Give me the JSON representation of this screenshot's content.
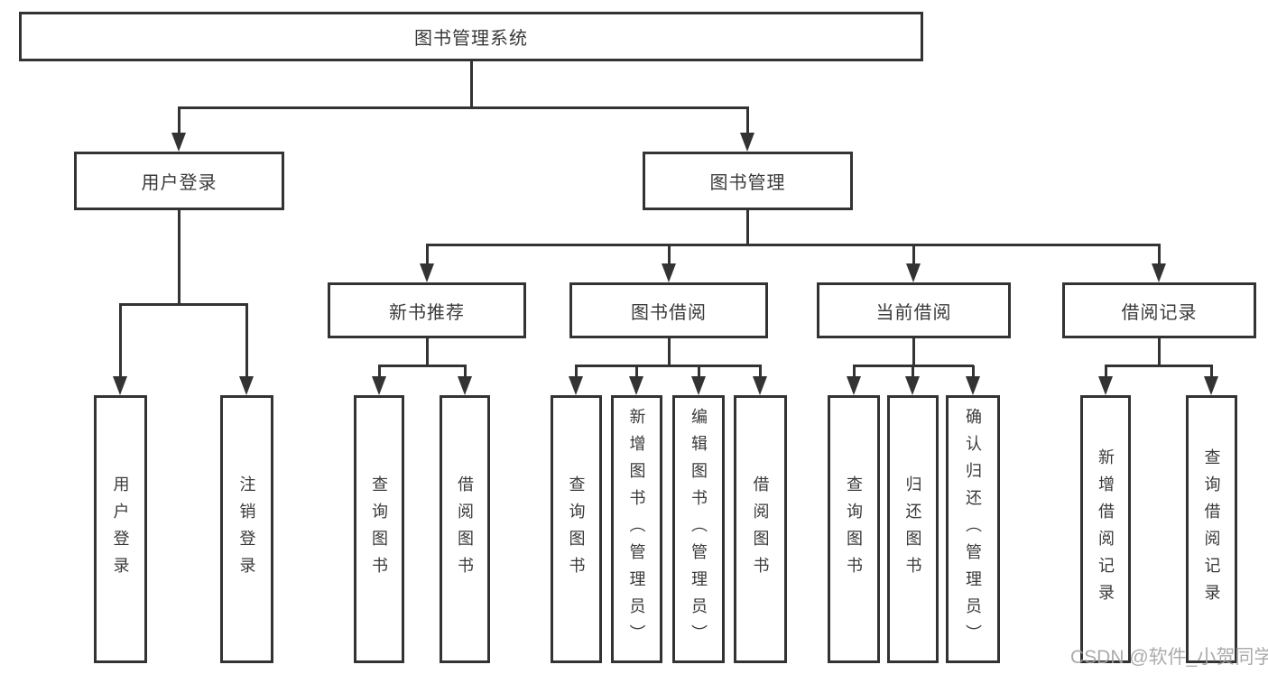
{
  "diagram_title": "图书管理系统",
  "nodes": {
    "root": {
      "id": "library-management-system",
      "label": "图书管理系统"
    },
    "level2": [
      {
        "id": "user-login",
        "label": "用户登录",
        "parent": "library-management-system"
      },
      {
        "id": "book-management",
        "label": "图书管理",
        "parent": "library-management-system"
      }
    ],
    "level3": [
      {
        "id": "new-book-recommend",
        "label": "新书推荐",
        "parent": "book-management"
      },
      {
        "id": "book-borrowing",
        "label": "图书借阅",
        "parent": "book-management"
      },
      {
        "id": "current-borrowing",
        "label": "当前借阅",
        "parent": "book-management"
      },
      {
        "id": "borrowing-records",
        "label": "借阅记录",
        "parent": "book-management"
      }
    ],
    "leaves": [
      {
        "id": "user-login-action",
        "label": "用户登录",
        "parent": "user-login"
      },
      {
        "id": "logout-action",
        "label": "注销登录",
        "parent": "user-login"
      },
      {
        "id": "query-books-recommend",
        "label": "查询图书",
        "parent": "new-book-recommend"
      },
      {
        "id": "borrow-books-recommend",
        "label": "借阅图书",
        "parent": "new-book-recommend"
      },
      {
        "id": "query-books-borrowing",
        "label": "查询图书",
        "parent": "book-borrowing"
      },
      {
        "id": "add-books-admin",
        "label": "新增图书（管理员）",
        "parent": "book-borrowing"
      },
      {
        "id": "edit-books-admin",
        "label": "编辑图书（管理员）",
        "parent": "book-borrowing"
      },
      {
        "id": "borrow-books-borrowing",
        "label": "借阅图书",
        "parent": "book-borrowing"
      },
      {
        "id": "query-books-current",
        "label": "查询图书",
        "parent": "current-borrowing"
      },
      {
        "id": "return-books",
        "label": "归还图书",
        "parent": "current-borrowing"
      },
      {
        "id": "confirm-return-admin",
        "label": "确认归还（管理员）",
        "parent": "current-borrowing"
      },
      {
        "id": "add-borrow-record",
        "label": "新增借阅记录",
        "parent": "borrowing-records"
      },
      {
        "id": "query-borrow-record",
        "label": "查询借阅记录",
        "parent": "borrowing-records"
      }
    ]
  },
  "watermark": {
    "text": "CSDN @软件_小贺同学"
  },
  "colors": {
    "line": "#333333",
    "text": "#3a3a3a",
    "watermark": "#a3a3a3",
    "background": "#ffffff"
  }
}
